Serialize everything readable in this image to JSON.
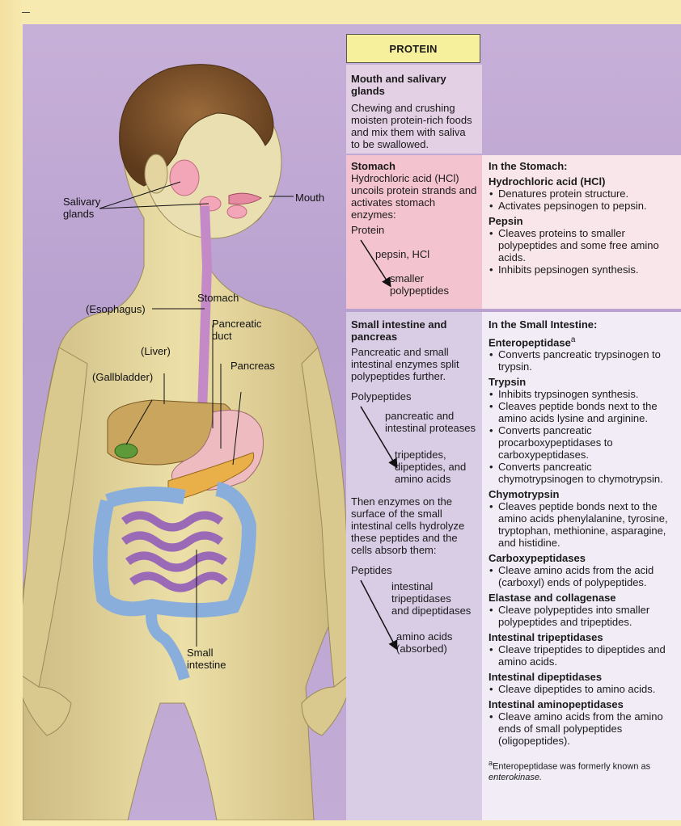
{
  "figure_labels": {
    "salivary_glands": "Salivary\nglands",
    "mouth": "Mouth",
    "esophagus": "(Esophagus)",
    "stomach": "Stomach",
    "pancreatic_duct": "Pancreatic\nduct",
    "liver": "(Liver)",
    "pancreas": "Pancreas",
    "gallbladder": "(Gallbladder)",
    "small_intestine": "Small\nintestine"
  },
  "header": {
    "title": "PROTEIN"
  },
  "mouth_section": {
    "heading": "Mouth and salivary glands",
    "text": "Chewing and crushing moisten protein-rich foods and mix them with saliva to be swallowed."
  },
  "stomach_section": {
    "heading": "Stomach",
    "text": "Hydrochloric acid (HCl) uncoils protein strands and  activates stomach enzymes:",
    "diagram": {
      "from": "Protein",
      "enzyme": "pepsin, HCl",
      "to": "smaller\npolypeptides"
    },
    "right_heading": "In the Stomach:",
    "enzymes": [
      {
        "name": "Hydrochloric acid (HCl)",
        "items": [
          "Denatures protein structure.",
          "Activates pepsinogen to pepsin."
        ]
      },
      {
        "name": "Pepsin",
        "items": [
          "Cleaves proteins to smaller polypeptides and some free amino acids.",
          "Inhibits pepsinogen synthesis."
        ]
      }
    ]
  },
  "small_intestine_section": {
    "heading": "Small intestine and pancreas",
    "text": "Pancreatic and small intestinal enzymes split polypeptides further.",
    "diagram1": {
      "from": "Polypeptides",
      "enzyme": "pancreatic and\nintestinal proteases",
      "to": "tripeptides,\ndipeptides, and\namino acids"
    },
    "text2": "Then enzymes on the surface of the small intestinal cells hydrolyze these peptides and the cells absorb them:",
    "diagram2": {
      "from": "Peptides",
      "enzyme": "intestinal\ntripeptidases\nand dipeptidases",
      "to": "amino acids\n(absorbed)"
    },
    "right_heading": "In the Small Intestine:",
    "enzymes": [
      {
        "name": "Enteropeptidase",
        "sup": "a",
        "items": [
          "Converts pancreatic trypsinogen to trypsin."
        ]
      },
      {
        "name": "Trypsin",
        "items": [
          "Inhibits trypsinogen synthesis.",
          "Cleaves peptide bonds next to the amino acids lysine and arginine.",
          "Converts pancreatic procarboxypeptidases to carboxypeptidases.",
          "Converts pancreatic chymotrypsinogen to chymotrypsin."
        ]
      },
      {
        "name": "Chymotrypsin",
        "items": [
          "Cleaves peptide bonds next to the amino acids phenylalanine, tyrosine, tryptophan, methionine, asparagine, and histidine."
        ]
      },
      {
        "name": "Carboxypeptidases",
        "items": [
          "Cleave amino acids from the acid (carboxyl) ends of polypeptides."
        ]
      },
      {
        "name": "Elastase and collagenase",
        "items": [
          "Cleave polypeptides into smaller polypeptides and tripeptides."
        ]
      },
      {
        "name": "Intestinal tripeptidases",
        "items": [
          "Cleave tripeptides to dipeptides and amino acids."
        ]
      },
      {
        "name": "Intestinal dipeptidases",
        "items": [
          "Cleave dipeptides to amino acids."
        ]
      },
      {
        "name": "Intestinal aminopeptidases",
        "items": [
          "Cleave amino acids from the amino ends of small polypeptides (oligopeptides)."
        ]
      }
    ],
    "footnote_marker": "a",
    "footnote_text": "Enteropeptidase was formerly known as ",
    "footnote_em": "enterokinase."
  }
}
